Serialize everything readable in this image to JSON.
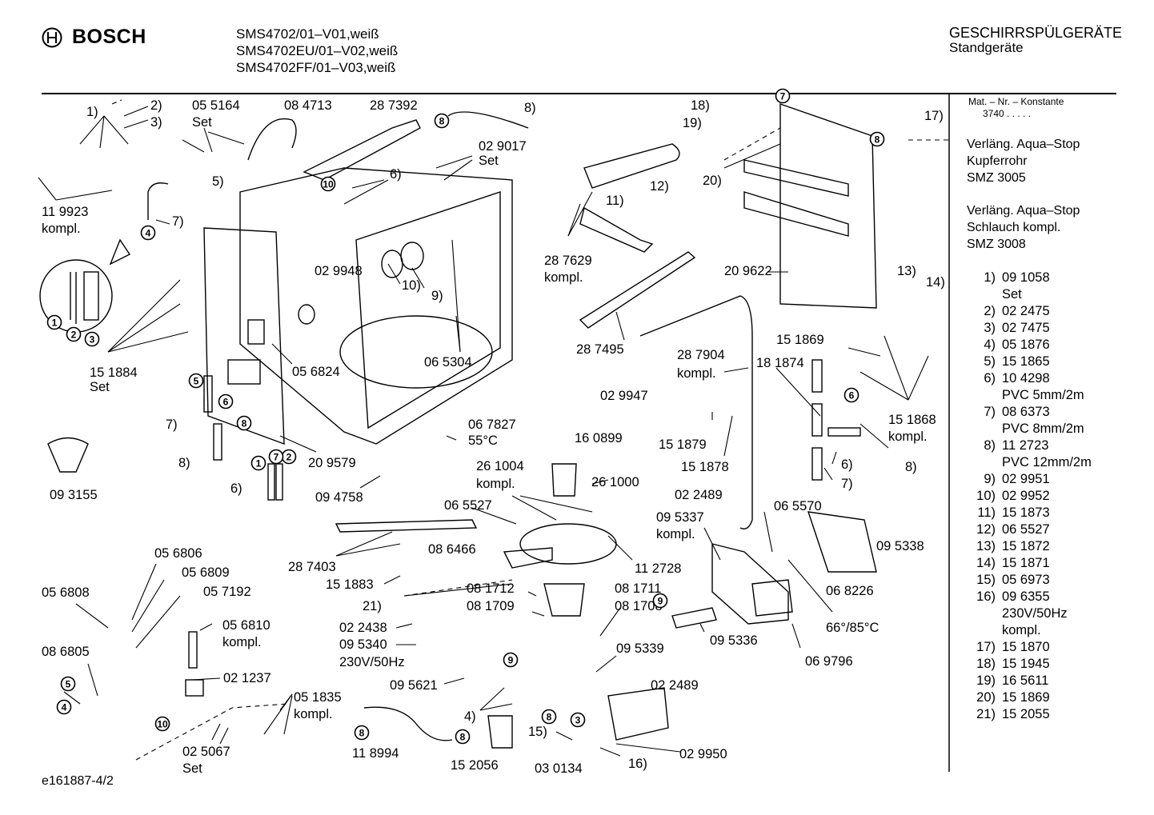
{
  "header": {
    "brand": "BOSCH",
    "models": [
      "SMS4702/01–V01,weiß",
      "SMS4702EU/01–V02,weiß",
      "SMS4702FF/01–V03,weiß"
    ],
    "category": "GESCHIRRSPÜLGERÄTE",
    "subcategory": "Standgeräte"
  },
  "sidebar": {
    "mat_title": "Mat. – Nr. – Konstante",
    "mat_value": "3740  .  .  .  .  .",
    "notes": [
      [
        "Verläng. Aqua–Stop",
        "Kupferrohr",
        "SMZ 3005"
      ],
      [
        "Verläng. Aqua–Stop",
        "Schlauch kompl.",
        "SMZ 3008"
      ]
    ],
    "parts": [
      {
        "n": "1)",
        "lines": [
          "09 1058",
          "Set"
        ]
      },
      {
        "n": "2)",
        "lines": [
          "02 2475"
        ]
      },
      {
        "n": "3)",
        "lines": [
          "02 7475"
        ]
      },
      {
        "n": "4)",
        "lines": [
          "05 1876"
        ]
      },
      {
        "n": "5)",
        "lines": [
          "15 1865"
        ]
      },
      {
        "n": "6)",
        "lines": [
          "10 4298",
          "PVC 5mm/2m"
        ]
      },
      {
        "n": "7)",
        "lines": [
          "08 6373",
          "PVC 8mm/2m"
        ]
      },
      {
        "n": "8)",
        "lines": [
          "11 2723",
          "PVC 12mm/2m"
        ]
      },
      {
        "n": "9)",
        "lines": [
          "02 9951"
        ]
      },
      {
        "n": "10)",
        "lines": [
          "02 9952"
        ]
      },
      {
        "n": "11)",
        "lines": [
          "15 1873"
        ]
      },
      {
        "n": "12)",
        "lines": [
          "06 5527"
        ]
      },
      {
        "n": "13)",
        "lines": [
          "15 1872"
        ]
      },
      {
        "n": "14)",
        "lines": [
          "15 1871"
        ]
      },
      {
        "n": "15)",
        "lines": [
          "05 6973"
        ]
      },
      {
        "n": "16)",
        "lines": [
          "09 6355",
          "230V/50Hz",
          "kompl."
        ]
      },
      {
        "n": "17)",
        "lines": [
          "15 1870"
        ]
      },
      {
        "n": "18)",
        "lines": [
          "15 1945"
        ]
      },
      {
        "n": "19)",
        "lines": [
          "16 5611"
        ]
      },
      {
        "n": "20)",
        "lines": [
          "15 1869"
        ]
      },
      {
        "n": "21)",
        "lines": [
          "15 2055"
        ]
      }
    ]
  },
  "footer": {
    "doc_id": "e161887-4/2"
  },
  "labels": [
    "1)",
    "2)",
    "3)",
    "05 5164",
    "Set",
    "08 4713",
    "28 7392",
    "8)",
    "11 9923",
    "kompl.",
    "5)",
    "7)",
    "6)",
    "02 9017",
    "Set",
    "02 9948",
    "10)",
    "9)",
    "05 6824",
    "06 5304",
    "15 1884",
    "Set",
    "7)",
    "8)",
    "20 9579",
    "6)",
    "09 3155",
    "09 4758",
    "06 7827",
    "55°C",
    "18)",
    "19)",
    "20)",
    "17)",
    "12)",
    "11)",
    "28 7629",
    "kompl.",
    "20 9622",
    "13)",
    "14)",
    "28 7495",
    "02 9947",
    "28 7904",
    "kompl.",
    "18 1874",
    "15 1869",
    "15 1868",
    "kompl.",
    "8)",
    "6)",
    "7)",
    "15 1879",
    "15 1878",
    "16 0899",
    "26 1004",
    "kompl.",
    "26 1000",
    "06 5527",
    "08 6466",
    "28 7403",
    "15 1883",
    "21)",
    "11 2728",
    "08 1712",
    "08 1711",
    "08 1709",
    "08 1708",
    "02 2438",
    "09 5340",
    "230V/50Hz",
    "02 2489",
    "09 5337",
    "kompl.",
    "06 5570",
    "09 5338",
    "06 8226",
    "66°/85°C",
    "09 5336",
    "06 9796",
    "09 5339",
    "02 2489",
    "09 5621",
    "4)",
    "15)",
    "16)",
    "02 9950",
    "03 0134",
    "15 2056",
    "11 8994",
    "05 6806",
    "05 6809",
    "05 6808",
    "05 7192",
    "05 6810",
    "kompl.",
    "08 6805",
    "02 1237",
    "05 1835",
    "kompl.",
    "02 5067",
    "Set"
  ],
  "circled": [
    "8",
    "10",
    "4",
    "1",
    "2",
    "3",
    "5",
    "6",
    "8",
    "1",
    "2",
    "7",
    "8",
    "6",
    "9",
    "9",
    "7",
    "5",
    "4",
    "10",
    "8",
    "8",
    "8",
    "3"
  ]
}
